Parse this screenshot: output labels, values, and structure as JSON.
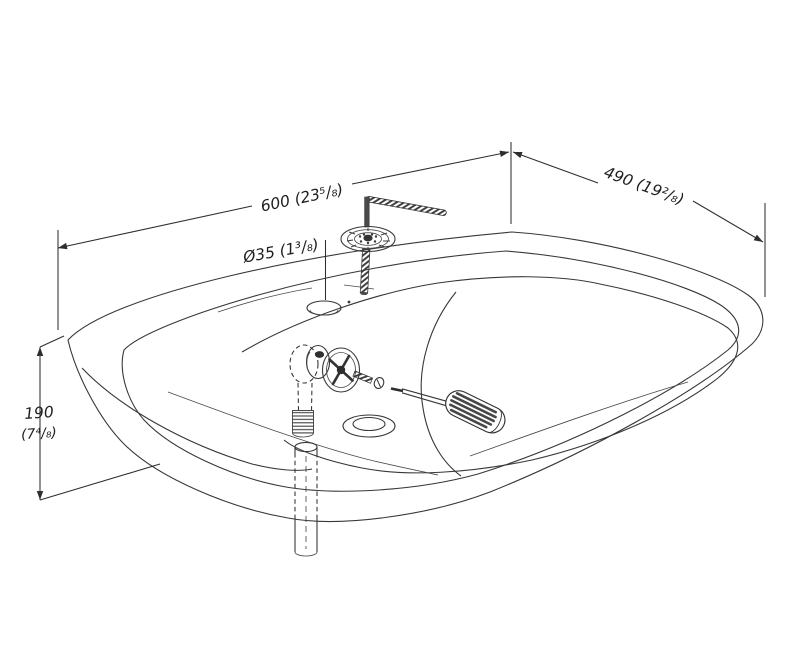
{
  "drawing": {
    "background": "#ffffff",
    "line_color": "#383838",
    "text_color": "#1f1f1f",
    "labels": {
      "width": "600 (23⁵/₈)",
      "depth": "490 (19²/₈)",
      "height_value": "190",
      "height_fraction": "(7⁴/₈)",
      "faucet_hole_diameter": "Ø35 (1³/₈)"
    }
  }
}
